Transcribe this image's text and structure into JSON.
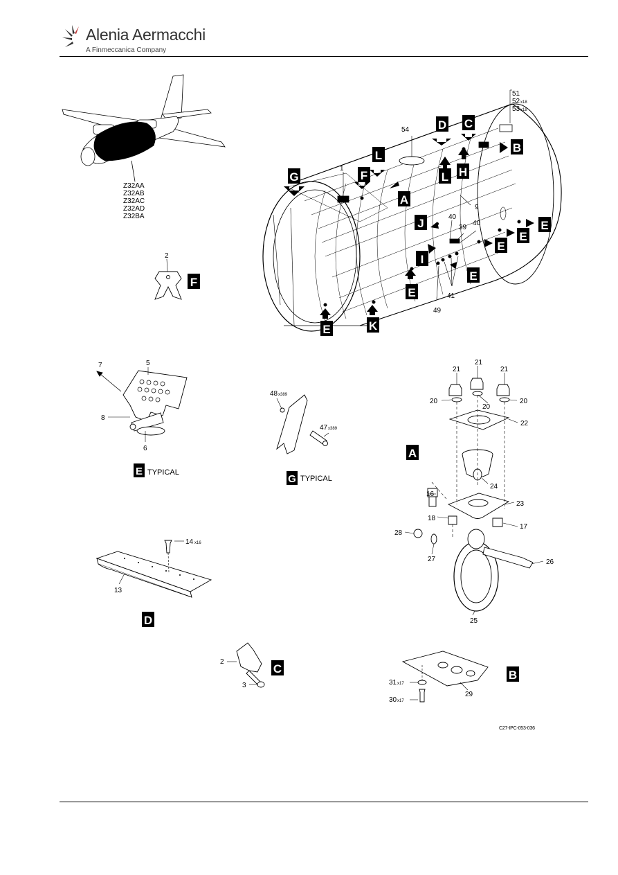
{
  "header": {
    "brand": "Alenia Aermacchi",
    "subtitle": "A Finmeccanica Company"
  },
  "figure_ref": "C27-IPC-053-036",
  "effectivity": [
    "Z32AA",
    "Z32AB",
    "Z32AC",
    "Z32AD",
    "Z32BA"
  ],
  "views": {
    "A": "A",
    "B": "B",
    "C": "C",
    "D": "D",
    "E": "E",
    "F": "F",
    "G": "G",
    "H": "H",
    "I": "I",
    "J": "J",
    "K": "K",
    "L": "L"
  },
  "typical": "TYPICAL",
  "items": {
    "i1": "1",
    "i2": "2",
    "i3": "3",
    "i5": "5",
    "i6": "6",
    "i7": "7",
    "i8": "8",
    "i9": "9",
    "i13": "13",
    "i14": "14",
    "i16": "16",
    "i17": "17",
    "i18": "18",
    "i20": "20",
    "i21": "21",
    "i22": "22",
    "i23": "23",
    "i24": "24",
    "i25": "25",
    "i26": "26",
    "i27": "27",
    "i28": "28",
    "i29": "29",
    "i30": "30",
    "i31": "31",
    "i39": "39",
    "i40": "40",
    "i41": "41",
    "i47": "47",
    "i48": "48",
    "i49": "49",
    "i51": "51",
    "i52": "52",
    "i53": "53",
    "i54": "54"
  },
  "qty": {
    "x18": "x18",
    "x16": "x16",
    "x389": "x389",
    "x17": "x17"
  }
}
